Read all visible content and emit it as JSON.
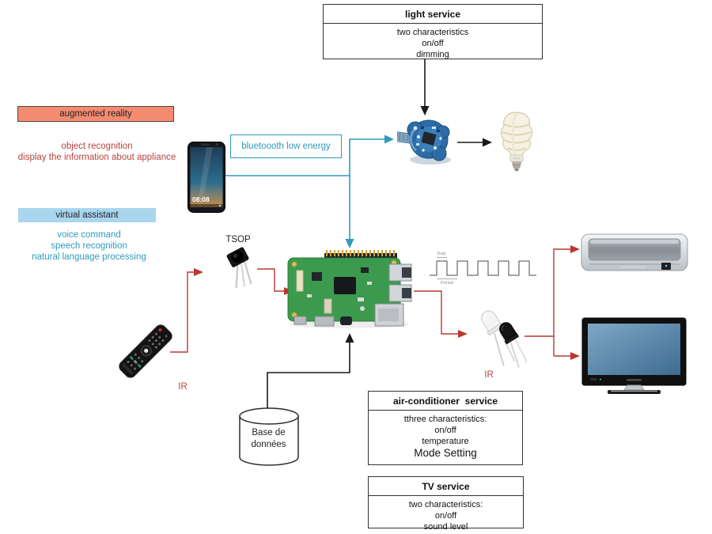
{
  "colors": {
    "salmon": "#f48b70",
    "light_blue": "#a9d6ee",
    "teal": "#2e9bbd",
    "red_text": "#b5443d",
    "line_red": "#bb3732",
    "line_black": "#1a1a1a"
  },
  "boxes": {
    "light_service": {
      "title": "light service",
      "lines": [
        "two characteristics",
        "on/off",
        "dimming"
      ]
    },
    "augmented_reality": {
      "label": "augmented reality"
    },
    "virtual_assistant": {
      "label": "virtual assistant"
    },
    "bluetooth": {
      "label": "bluetoooth low energy"
    },
    "ac_service": {
      "title": "air-conditioner  service",
      "lines": [
        "tthree characteristics:",
        "on/off",
        "temperature"
      ],
      "mode": "Mode Setting"
    },
    "tv_service": {
      "title": "TV service",
      "lines": [
        "two characteristics:",
        "on/off",
        "sound level"
      ]
    }
  },
  "texts": {
    "ar_features": [
      "object recognition",
      "display the information about appliance"
    ],
    "va_features": [
      "voice command",
      "speech recognition",
      "natural language processing"
    ]
  },
  "labels": {
    "tsop": "TSOP",
    "ir_remote": "IR",
    "ir_led": "IR",
    "database": [
      "Base de",
      "données"
    ],
    "phone_clock": "08:08",
    "pwm_duty": "Duty",
    "pwm_period": "Period"
  }
}
